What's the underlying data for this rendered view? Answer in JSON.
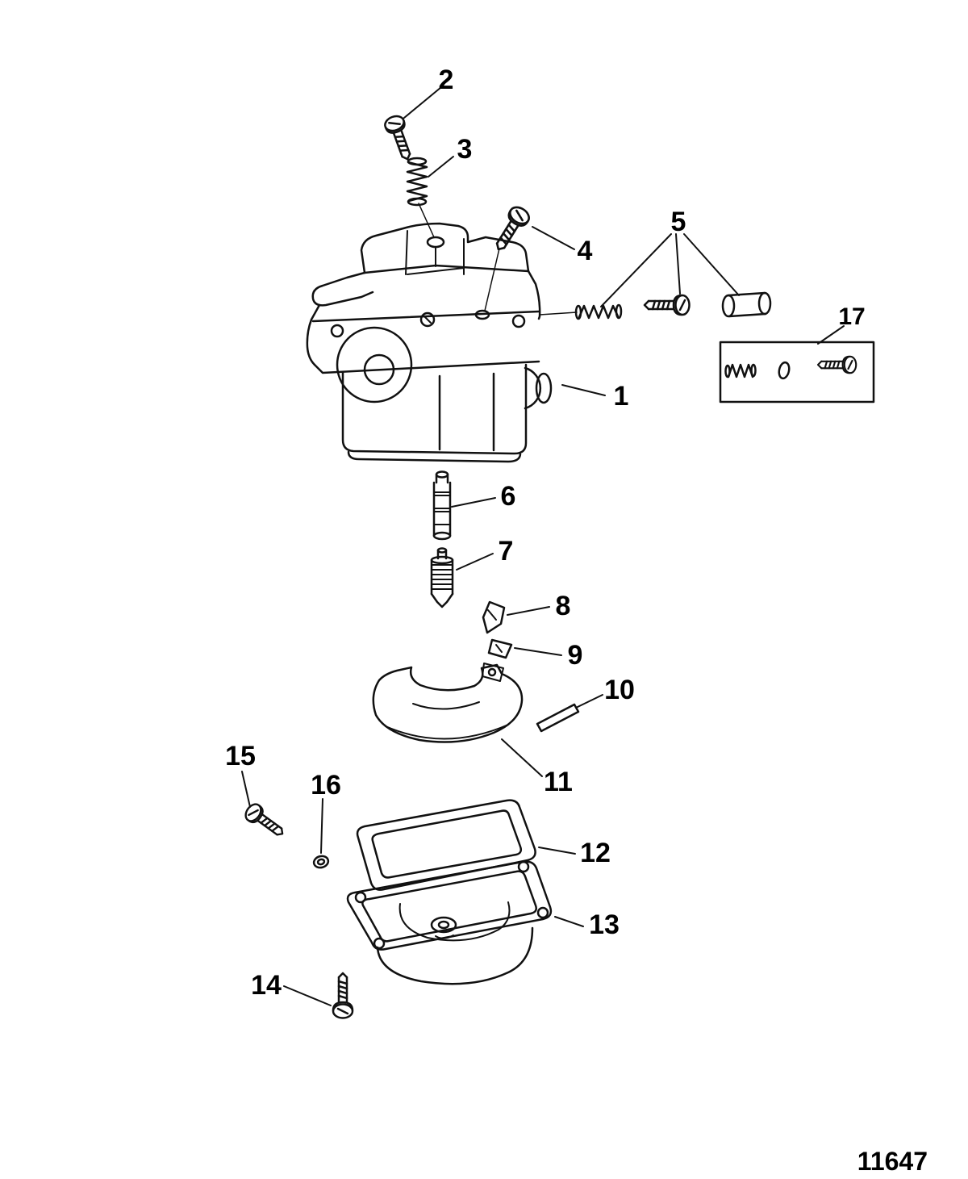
{
  "figure": {
    "drawing_number": "11647"
  },
  "callouts": {
    "c1": "1",
    "c2": "2",
    "c3": "3",
    "c4": "4",
    "c5": "5",
    "c6": "6",
    "c7": "7",
    "c8": "8",
    "c9": "9",
    "c10": "10",
    "c11": "11",
    "c12": "12",
    "c13": "13",
    "c14": "14",
    "c15": "15",
    "c16": "16",
    "c17": "17"
  },
  "colors": {
    "line": "#111111",
    "text": "#000000",
    "background": "#ffffff"
  }
}
